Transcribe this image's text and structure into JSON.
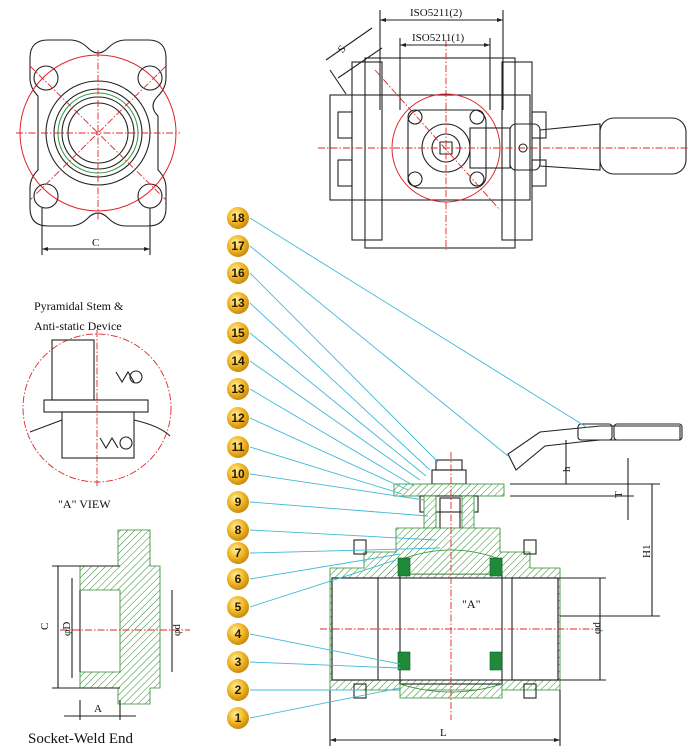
{
  "labels": {
    "pyramidal_line1": "Pyramidal Stem &",
    "pyramidal_line2": "Anti-static Device",
    "a_view": "\"A\" VIEW",
    "socket_weld": "Socket-Weld End",
    "a_marker": "\"A\""
  },
  "dimensions": {
    "iso2": "ISO5211(2)",
    "iso1": "ISO5211(1)",
    "s": "S",
    "c_top": "C",
    "c_left": "C",
    "phi_D": "φD",
    "phi_d_left": "φd",
    "a": "A",
    "h": "h",
    "t": "T",
    "h1": "H1",
    "phi_d_right": "φd",
    "l": "L"
  },
  "part_numbers": [
    "18",
    "17",
    "16",
    "13",
    "15",
    "14",
    "13",
    "12",
    "11",
    "10",
    "9",
    "8",
    "7",
    "6",
    "5",
    "4",
    "3",
    "2",
    "1"
  ],
  "colors": {
    "outline": "#222222",
    "centerline": "#e0242a",
    "leader": "#41b8d8",
    "hatch": "#2a8a2a",
    "badge": "#f2b826"
  }
}
